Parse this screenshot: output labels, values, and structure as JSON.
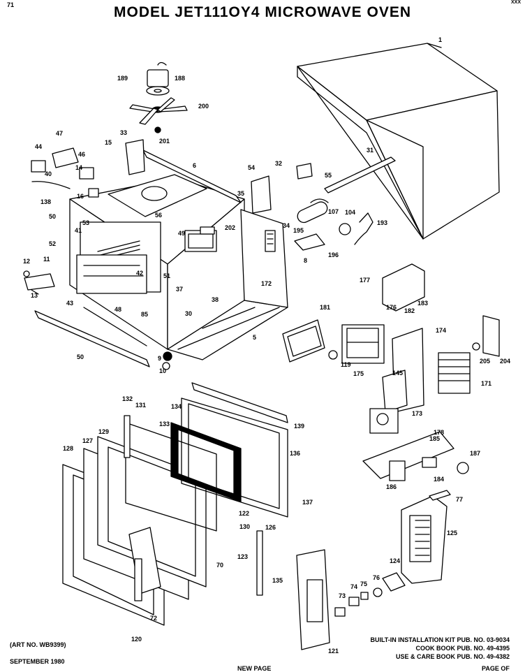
{
  "title": "MODEL JET111OY4 MICROWAVE OVEN",
  "corner_text": "XXX",
  "art_no": "(ART NO. WB9399)",
  "date": "SEPTEMBER 1980",
  "new_page": "NEW PAGE",
  "page_ref": "PAGE OF",
  "publications": [
    "BUILT-IN INSTALLATION KIT PUB. NO. 03-9034",
    "COOK BOOK PUB. NO. 49-4395",
    "USE & CARE BOOK PUB. NO. 49-4382"
  ],
  "part_labels": [
    "1",
    "188",
    "189",
    "200",
    "201",
    "33",
    "15",
    "6",
    "47",
    "44",
    "46",
    "14",
    "40",
    "138",
    "16",
    "31",
    "54",
    "32",
    "55",
    "35",
    "107",
    "104",
    "193",
    "50",
    "53",
    "56",
    "49",
    "202",
    "34",
    "195",
    "196",
    "8",
    "52",
    "12",
    "11",
    "13",
    "41",
    "42",
    "43",
    "51",
    "37",
    "38",
    "172",
    "30",
    "177",
    "176",
    "183",
    "48",
    "85",
    "5",
    "182",
    "174",
    "181",
    "205",
    "204",
    "50",
    "9",
    "10",
    "119",
    "175",
    "145",
    "171",
    "173",
    "132",
    "131",
    "134",
    "139",
    "133",
    "178",
    "128",
    "127",
    "129",
    "185",
    "187",
    "136",
    "186",
    "184",
    "77",
    "137",
    "122",
    "130",
    "126",
    "125",
    "70",
    "123",
    "135",
    "124",
    "76",
    "75",
    "74",
    "73",
    "72",
    "120",
    "121",
    "71"
  ]
}
